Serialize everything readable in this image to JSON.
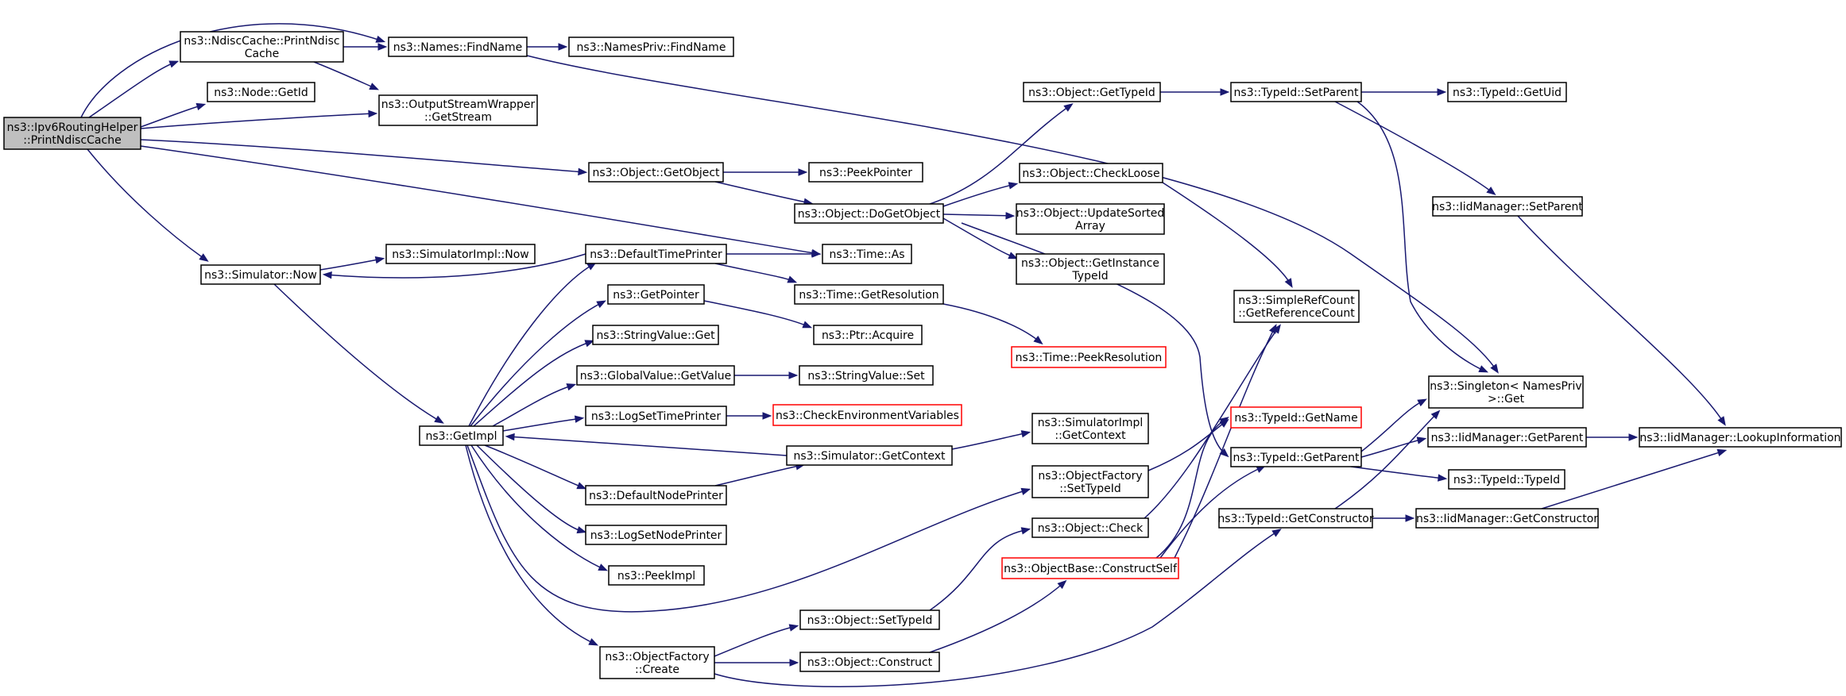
{
  "diagram": {
    "type": "call-graph",
    "colors": {
      "edge": "#191970",
      "root_fill": "#bfbfbf",
      "node_border": "#000000",
      "highlight_border": "#ff0000"
    },
    "nodes": [
      {
        "id": "root",
        "lines": [
          "ns3::Ipv6RoutingHelper",
          "::PrintNdiscCache"
        ],
        "kind": "root"
      },
      {
        "id": "ndisc_print",
        "lines": [
          "ns3::NdiscCache::PrintNdisc",
          "Cache"
        ]
      },
      {
        "id": "names_find",
        "lines": [
          "ns3::Names::FindName"
        ]
      },
      {
        "id": "namespriv_find",
        "lines": [
          "ns3::NamesPriv::FindName"
        ]
      },
      {
        "id": "node_getid",
        "lines": [
          "ns3::Node::GetId"
        ]
      },
      {
        "id": "osw_getstream",
        "lines": [
          "ns3::OutputStreamWrapper",
          "::GetStream"
        ]
      },
      {
        "id": "obj_getobject",
        "lines": [
          "ns3::Object::GetObject"
        ]
      },
      {
        "id": "peekpointer",
        "lines": [
          "ns3::PeekPointer"
        ]
      },
      {
        "id": "obj_dogetobject",
        "lines": [
          "ns3::Object::DoGetObject"
        ]
      },
      {
        "id": "obj_gettypeid",
        "lines": [
          "ns3::Object::GetTypeId"
        ]
      },
      {
        "id": "typeid_setparent",
        "lines": [
          "ns3::TypeId::SetParent"
        ]
      },
      {
        "id": "typeid_getuid",
        "lines": [
          "ns3::TypeId::GetUid"
        ]
      },
      {
        "id": "obj_checkloose",
        "lines": [
          "ns3::Object::CheckLoose"
        ]
      },
      {
        "id": "obj_updatesorted",
        "lines": [
          "ns3::Object::UpdateSorted",
          "Array"
        ]
      },
      {
        "id": "obj_getinstance",
        "lines": [
          "ns3::Object::GetInstance",
          "TypeId"
        ]
      },
      {
        "id": "iid_setparent",
        "lines": [
          "ns3::IidManager::SetParent"
        ]
      },
      {
        "id": "simrefcount",
        "lines": [
          "ns3::SimpleRefCount",
          "::GetReferenceCount"
        ]
      },
      {
        "id": "singleton_get",
        "lines": [
          "ns3::Singleton< NamesPriv",
          " >::Get"
        ]
      },
      {
        "id": "sim_now",
        "lines": [
          "ns3::Simulator::Now"
        ]
      },
      {
        "id": "simimpl_now",
        "lines": [
          "ns3::SimulatorImpl::Now"
        ]
      },
      {
        "id": "defaulttimeprinter",
        "lines": [
          "ns3::DefaultTimePrinter"
        ]
      },
      {
        "id": "time_as",
        "lines": [
          "ns3::Time::As"
        ]
      },
      {
        "id": "getpointer",
        "lines": [
          "ns3::GetPointer"
        ]
      },
      {
        "id": "time_getres",
        "lines": [
          "ns3::Time::GetResolution"
        ]
      },
      {
        "id": "ptr_acquire",
        "lines": [
          "ns3::Ptr::Acquire"
        ]
      },
      {
        "id": "stringvalue_get",
        "lines": [
          "ns3::StringValue::Get"
        ]
      },
      {
        "id": "time_peekres",
        "lines": [
          "ns3::Time::PeekResolution"
        ],
        "kind": "red"
      },
      {
        "id": "globalvalue_get",
        "lines": [
          "ns3::GlobalValue::GetValue"
        ]
      },
      {
        "id": "stringvalue_set",
        "lines": [
          "ns3::StringValue::Set"
        ]
      },
      {
        "id": "logsettimeprinter",
        "lines": [
          "ns3::LogSetTimePrinter"
        ]
      },
      {
        "id": "checkenv",
        "lines": [
          "ns3::CheckEnvironmentVariables"
        ],
        "kind": "red"
      },
      {
        "id": "getimpl",
        "lines": [
          "ns3::GetImpl"
        ]
      },
      {
        "id": "simimpl_getctx",
        "lines": [
          "ns3::SimulatorImpl",
          "::GetContext"
        ]
      },
      {
        "id": "sim_getctx",
        "lines": [
          "ns3::Simulator::GetContext"
        ]
      },
      {
        "id": "typeid_getname",
        "lines": [
          "ns3::TypeId::GetName"
        ],
        "kind": "red"
      },
      {
        "id": "typeid_getparent",
        "lines": [
          "ns3::TypeId::GetParent"
        ]
      },
      {
        "id": "iid_getparent",
        "lines": [
          "ns3::IidManager::GetParent"
        ]
      },
      {
        "id": "iid_lookup",
        "lines": [
          "ns3::IidManager::LookupInformation"
        ]
      },
      {
        "id": "objfactory_settypeid",
        "lines": [
          "ns3::ObjectFactory",
          "::SetTypeId"
        ]
      },
      {
        "id": "typeid_typeid",
        "lines": [
          "ns3::TypeId::TypeId"
        ]
      },
      {
        "id": "defaultnodeprinter",
        "lines": [
          "ns3::DefaultNodePrinter"
        ]
      },
      {
        "id": "obj_check",
        "lines": [
          "ns3::Object::Check"
        ]
      },
      {
        "id": "typeid_getctor",
        "lines": [
          "ns3::TypeId::GetConstructor"
        ]
      },
      {
        "id": "iid_getctor",
        "lines": [
          "ns3::IidManager::GetConstructor"
        ]
      },
      {
        "id": "logsetnodeprinter",
        "lines": [
          "ns3::LogSetNodePrinter"
        ]
      },
      {
        "id": "objbase_construct",
        "lines": [
          "ns3::ObjectBase::ConstructSelf"
        ],
        "kind": "red"
      },
      {
        "id": "peekimpl",
        "lines": [
          "ns3::PeekImpl"
        ]
      },
      {
        "id": "obj_settypeid",
        "lines": [
          "ns3::Object::SetTypeId"
        ]
      },
      {
        "id": "objfactory_create",
        "lines": [
          "ns3::ObjectFactory",
          "::Create"
        ]
      },
      {
        "id": "obj_construct",
        "lines": [
          "ns3::Object::Construct"
        ]
      }
    ]
  }
}
